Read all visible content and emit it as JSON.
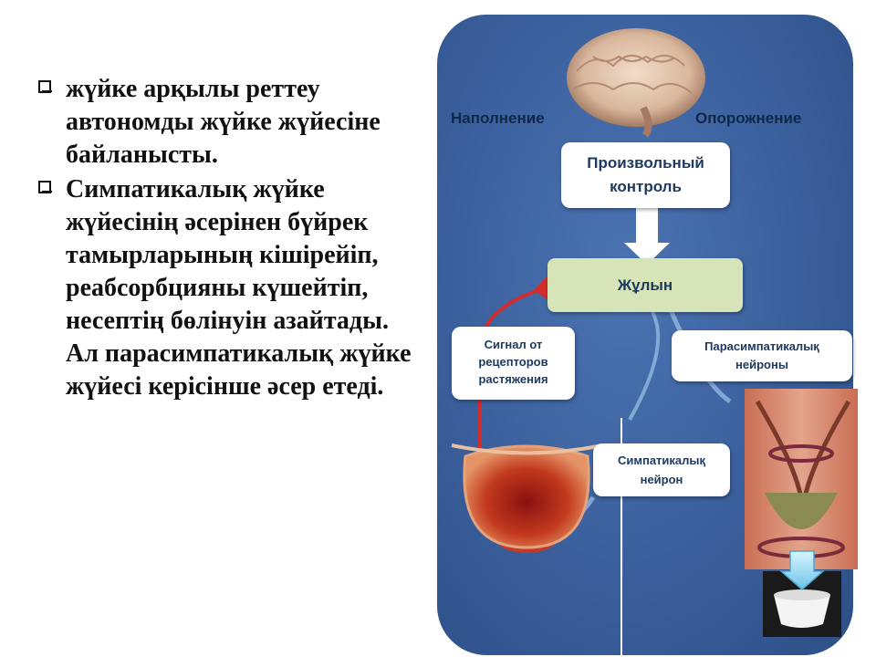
{
  "left_text": {
    "bullet1": "жүйке арқылы реттеу автономды жүйке жүйесіне байланысты.",
    "bullet2": "Симпатикалық жүйке жүйесінің әсерінен бүйрек тамырларының кішірейіп, реабсорбцияны күшейтіп, несептің бөлінуін азайтады. Ал парасимпатикалық жүйке жүйесі керісінше әсер етеді."
  },
  "diagram": {
    "label_fill": "Наполнение",
    "label_empty": "Опорожнение",
    "voluntary_control_line1": "Произвольный",
    "voluntary_control_line2": "контроль",
    "spinal_cord": "Жұлын",
    "stretch_signal_line1": "Сигнал от",
    "stretch_signal_line2": "рецепторов",
    "stretch_signal_line3": "растяжения",
    "parasympathetic_line1": "Парасимпатикалық",
    "parasympathetic_line2": "нейроны",
    "sympathetic_line1": "Симпатикалық",
    "sympathetic_line2": "нейрон"
  },
  "icons": [
    "brain-icon",
    "bladder-icon",
    "sphincter-icon",
    "toilet-icon",
    "down-arrow-icon",
    "red-arrow-icon"
  ],
  "colors": {
    "panel": "#3a5f9c",
    "spinal_box": "#d6e4b7",
    "signal_arrow": "#d42b2b",
    "text_dark": "#1d3a60"
  }
}
